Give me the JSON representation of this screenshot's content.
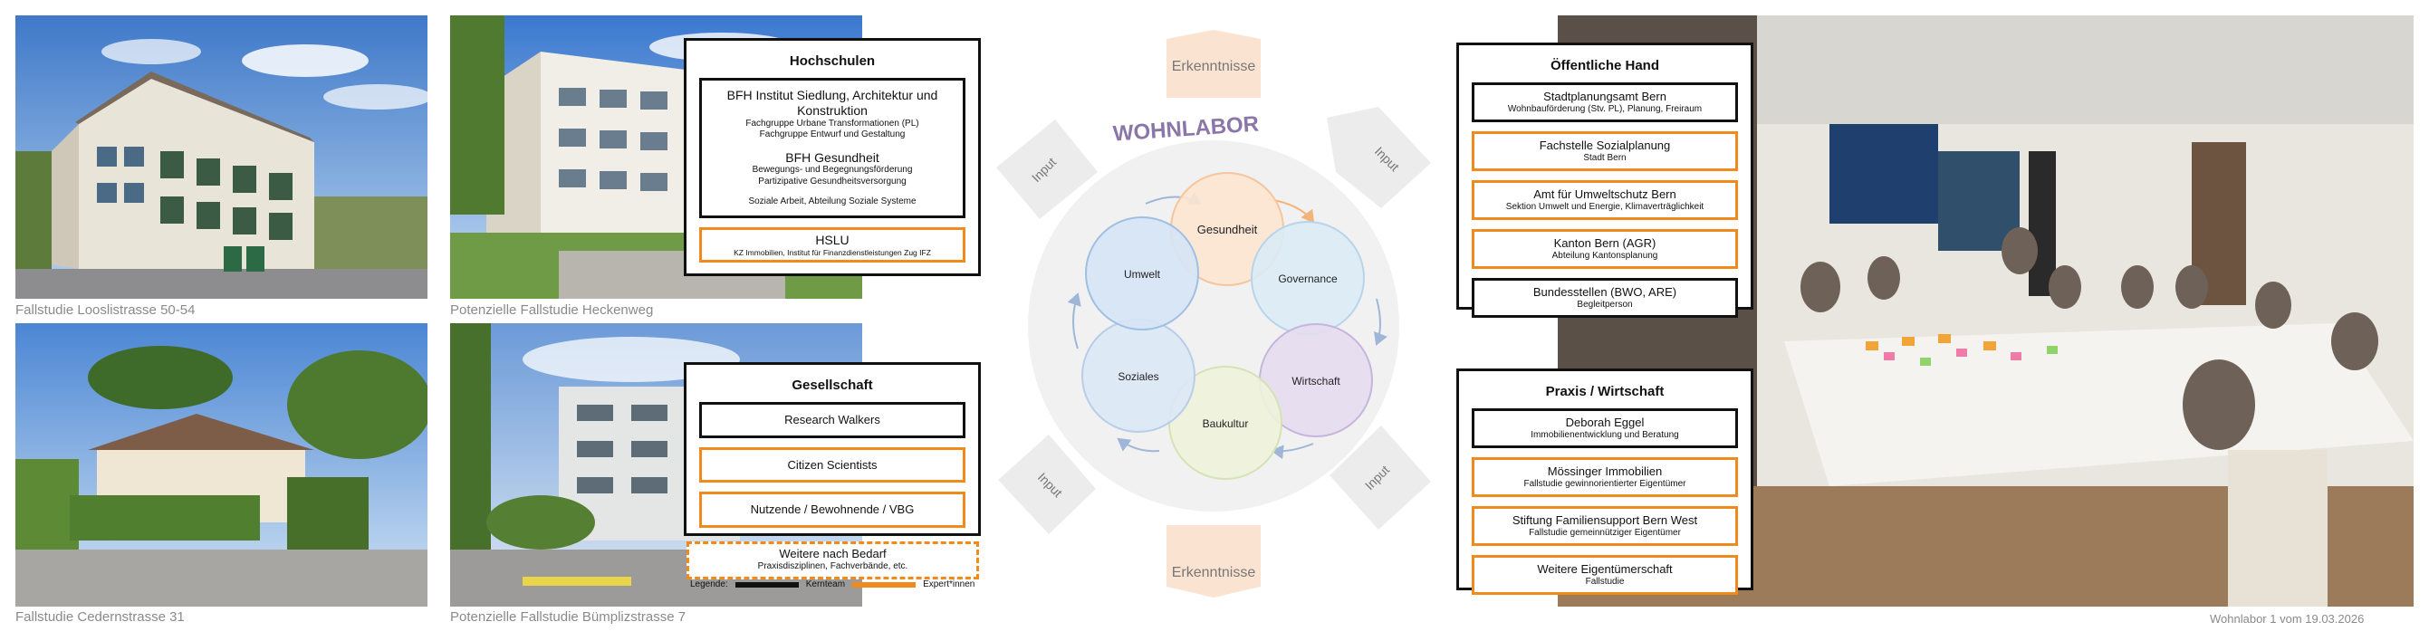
{
  "photos": {
    "looslistrasse": "Fallstudie Looslistrasse 50-54",
    "heckenweg": "Potenzielle Fallstudie Heckenweg",
    "cedernstrasse": "Fallstudie Cedernstrasse 31",
    "buemplizstrasse": "Potenzielle Fallstudie Bümplizstrasse 7",
    "workshop": "Wohnlabor 1 vom 19.03.2026"
  },
  "hochschulen": {
    "title": "Hochschulen",
    "bfh_siedlung": {
      "name": "BFH Institut Siedlung, Architektur und Konstruktion",
      "line1": "Fachgruppe Urbane Transformationen (PL)",
      "line2": "Fachgruppe Entwurf und Gestaltung"
    },
    "bfh_gesundheit": {
      "name": "BFH Gesundheit",
      "line1": "Bewegungs- und Begegnungsförderung",
      "line2": "Partizipative Gesundheitsversorgung",
      "line3": "Soziale Arbeit, Abteilung Soziale Systeme"
    },
    "hslu": {
      "name": "HSLU",
      "line1": "KZ Immobilien, Institut für Finanzdienstleistungen Zug IFZ"
    }
  },
  "gesellschaft": {
    "title": "Gesellschaft",
    "items": [
      "Research Walkers",
      "Citizen Scientists",
      "Nutzende / Bewohnende / VBG"
    ],
    "extra": {
      "name": "Weitere nach Bedarf",
      "line1": "Praxisdisziplinen, Fachverbände, etc."
    },
    "legend": {
      "label": "Legende:",
      "kernteam": "Kernteam",
      "experten": "Expert*innen"
    }
  },
  "center": {
    "title": "WOHNLABOR",
    "erkenntnisse_top": "Erkenntnisse",
    "erkenntnisse_bottom": "Erkenntnisse",
    "input_tl": "Input",
    "input_tr": "Input",
    "input_bl": "Input",
    "input_br": "Input",
    "circles": [
      "Gesundheit",
      "Governance",
      "Wirtschaft",
      "Baukultur",
      "Soziales",
      "Umwelt"
    ]
  },
  "oeffentliche_hand": {
    "title": "Öffentliche Hand",
    "items": [
      {
        "name": "Stadtplanungsamt Bern",
        "sub": "Wohnbauförderung (Stv. PL), Planung, Freiraum",
        "style": "black"
      },
      {
        "name": "Fachstelle Sozialplanung",
        "sub": "Stadt Bern",
        "style": "orange"
      },
      {
        "name": "Amt für Umweltschutz Bern",
        "sub": "Sektion Umwelt und Energie, Klimaverträglichkeit",
        "style": "orange"
      },
      {
        "name": "Kanton Bern (AGR)",
        "sub": "Abteilung Kantonsplanung",
        "style": "orange"
      },
      {
        "name": "Bundesstellen (BWO, ARE)",
        "sub": "Begleitperson",
        "style": "black"
      }
    ]
  },
  "praxis": {
    "title": "Praxis / Wirtschaft",
    "items": [
      {
        "name": "Deborah Eggel",
        "sub": "Immobilienentwicklung und Beratung",
        "style": "black"
      },
      {
        "name": "Mössinger Immobilien",
        "sub": "Fallstudie gewinnorientierter Eigentümer",
        "style": "orange"
      },
      {
        "name": "Stiftung Familiensupport Bern West",
        "sub": "Fallstudie gemeinnütziger Eigentümer",
        "style": "orange"
      },
      {
        "name": "Weitere Eigentümerschaft",
        "sub": "Fallstudie",
        "style": "orange"
      }
    ]
  },
  "colors": {
    "accent_orange": "#f08a1c",
    "wohnlabor_purple": "#8a76a8",
    "erkenntnisse_peach": "#fbe3d1",
    "input_grey": "#ececec",
    "gesundheit": "#fde5d0",
    "governance": "#dcebf5",
    "wirtschaft": "#e6ddef",
    "baukultur": "#eef3dc",
    "soziales": "#dce8f6",
    "umwelt": "#d6e4f6"
  }
}
